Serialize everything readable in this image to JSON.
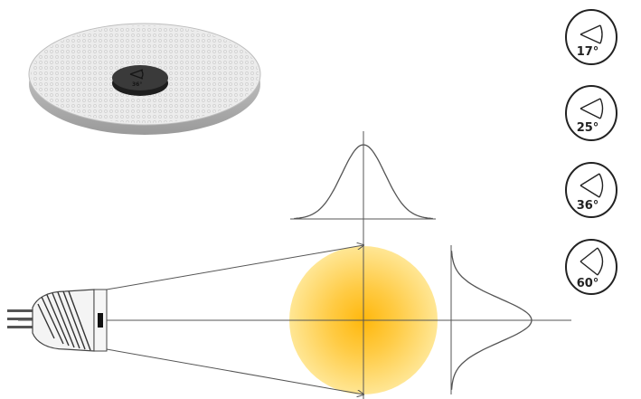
{
  "lens_disc": {
    "label": "36°"
  },
  "beam_angles": [
    {
      "label": "17°"
    },
    {
      "label": "25°"
    },
    {
      "label": "36°"
    },
    {
      "label": "60°"
    }
  ],
  "colors": {
    "line": "#555555",
    "glow_center": "#ffc21a",
    "glow_edge": "#ffe48a",
    "lens": "#e6e6e6",
    "lens_center": "#2e2e2e"
  }
}
